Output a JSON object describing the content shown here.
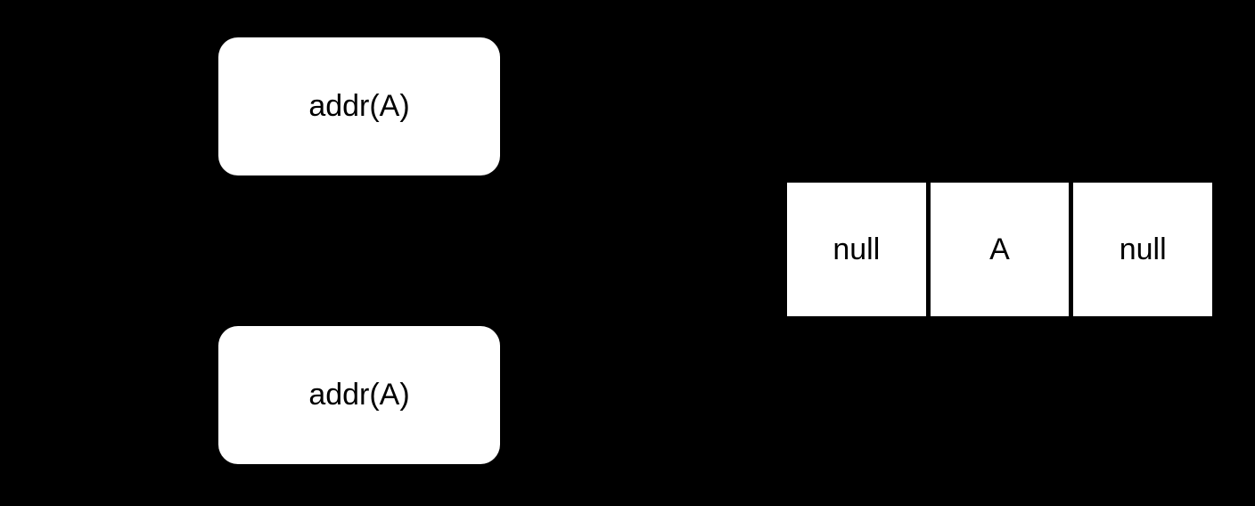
{
  "diagram": {
    "boxes": [
      {
        "label": "addr(A)"
      },
      {
        "label": "addr(A)"
      }
    ],
    "array": {
      "cells": [
        "null",
        "A",
        "null"
      ]
    },
    "colors": {
      "background": "#000000",
      "shape_fill": "#ffffff",
      "shape_text": "#000000"
    }
  }
}
